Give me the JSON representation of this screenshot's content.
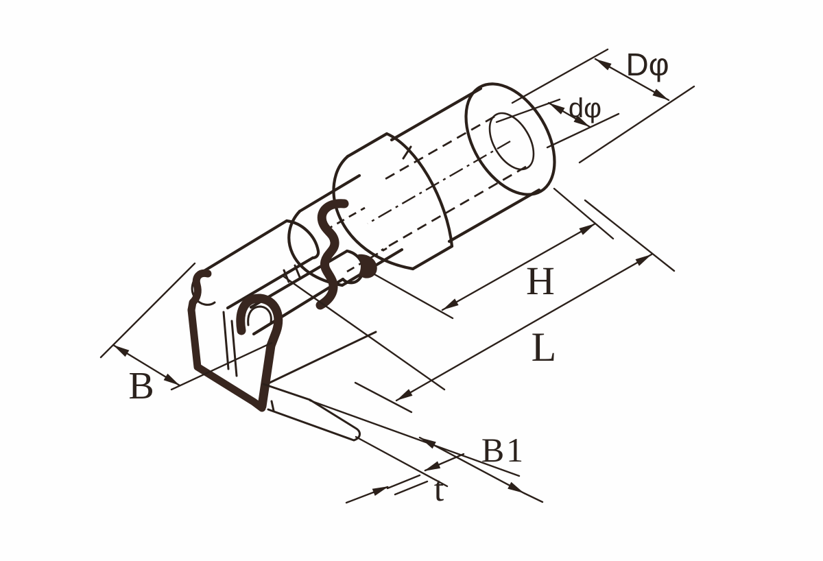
{
  "diagram": {
    "description_labels": {
      "note": ""
    },
    "colors": {
      "background": "#fefefe",
      "line": "#2b201a",
      "section": "#38261f"
    },
    "dimension_labels": [
      {
        "id": "D-phi",
        "text": "Dφ"
      },
      {
        "id": "d-phi",
        "text": "dφ"
      },
      {
        "id": "H",
        "text": "H"
      },
      {
        "id": "L",
        "text": "L"
      },
      {
        "id": "B",
        "text": "B"
      },
      {
        "id": "B1",
        "text": "B1"
      },
      {
        "id": "t",
        "text": "t"
      }
    ]
  }
}
